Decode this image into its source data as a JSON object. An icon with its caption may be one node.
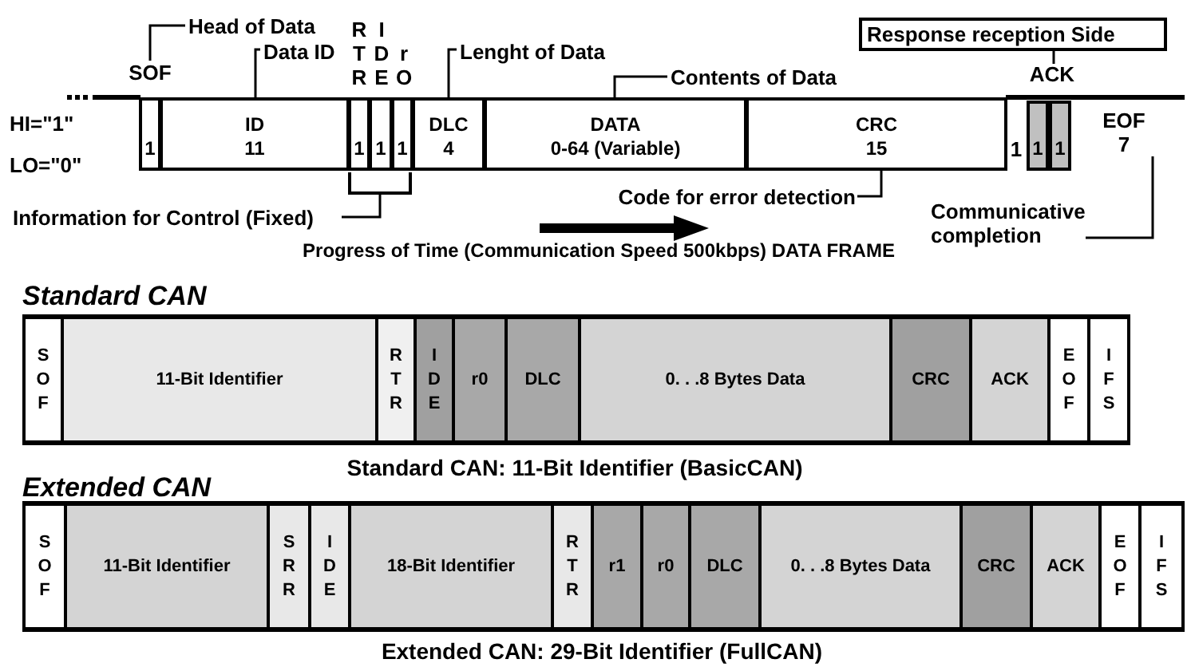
{
  "diagram": {
    "nodes": [
      {
        "text": [
          "Head of Data"
        ]
      },
      {
        "text": [
          "Data ID"
        ]
      },
      {
        "text": [
          "Lenght of Data"
        ]
      },
      {
        "text": [
          "Contents of Data"
        ]
      },
      {
        "text": [
          "Response reception Side"
        ]
      },
      {
        "text": [
          "SOF",
          "1"
        ]
      },
      {
        "text": [
          "ID",
          "11"
        ]
      },
      {
        "text": [
          "R T R",
          "1"
        ]
      },
      {
        "text": [
          "I D E",
          "1"
        ]
      },
      {
        "text": [
          "r O",
          "1"
        ]
      },
      {
        "text": [
          "DLC",
          "4"
        ]
      },
      {
        "text": [
          "DATA",
          "0-64 (Variable)"
        ]
      },
      {
        "text": [
          "CRC",
          "15"
        ]
      },
      {
        "text": [
          "1"
        ]
      },
      {
        "text": [
          "ACK"
        ]
      },
      {
        "text": [
          "1"
        ]
      },
      {
        "text": [
          "1"
        ]
      },
      {
        "text": [
          "EOF",
          "7"
        ]
      },
      {
        "text": [
          "Code for error detection"
        ]
      },
      {
        "text": [
          "Information for Control (Fixed)"
        ]
      },
      {
        "text": [
          "Communicative completion"
        ]
      },
      {
        "text": [
          "Standard CAN"
        ],
        "beside": [
          "Standard CAN: 11-Bit Identifier (BasicCAN)"
        ]
      },
      {
        "text": [
          "S O F"
        ],
        "in": 21
      },
      {
        "text": [
          "11-Bit Identifier"
        ],
        "in": 21
      },
      {
        "text": [
          "R T R"
        ],
        "in": 21
      },
      {
        "text": [
          "I D E"
        ],
        "in": 21
      },
      {
        "text": [
          "r0"
        ],
        "in": 21
      },
      {
        "text": [
          "DLC"
        ],
        "in": 21
      },
      {
        "text": [
          "0. . .8 Bytes Data"
        ],
        "in": 21
      },
      {
        "text": [
          "CRC"
        ],
        "in": 21
      },
      {
        "text": [
          "ACK"
        ],
        "in": 21
      },
      {
        "text": [
          "E O F"
        ],
        "in": 21
      },
      {
        "text": [
          "I F S"
        ],
        "in": 21
      },
      {
        "text": [
          "Extended CAN"
        ],
        "beside": [
          "Extended CAN: 29-Bit Identifier (FullCAN)"
        ]
      },
      {
        "text": [
          "S O F"
        ],
        "in": 33
      },
      {
        "text": [
          "11-Bit Identifier"
        ],
        "in": 33
      },
      {
        "text": [
          "S R R"
        ],
        "in": 33
      },
      {
        "text": [
          "I D E"
        ],
        "in": 33
      },
      {
        "text": [
          "18-Bit Identifier"
        ],
        "in": 33
      },
      {
        "text": [
          "R T R"
        ],
        "in": 33
      },
      {
        "text": [
          "r1"
        ],
        "in": 33
      },
      {
        "text": [
          "r0"
        ],
        "in": 33
      },
      {
        "text": [
          "DLC"
        ],
        "in": 33
      },
      {
        "text": [
          "0. . .8 Bytes Data"
        ],
        "in": 33
      },
      {
        "text": [
          "CRC"
        ],
        "in": 33
      },
      {
        "text": [
          "ACK"
        ],
        "in": 33
      },
      {
        "text": [
          "E O F"
        ],
        "in": 33
      },
      {
        "text": [
          "I F S"
        ],
        "in": 33
      },
      {
        "text": [],
        "shape": "bracket"
      }
    ],
    "edges": [
      {
        "from": 0,
        "to": 5,
        "arrow": "none"
      },
      {
        "from": 1,
        "to": 6,
        "arrow": "none"
      },
      {
        "from": 2,
        "to": 10,
        "arrow": "none"
      },
      {
        "from": 3,
        "to": 11,
        "arrow": "none"
      },
      {
        "from": 4,
        "to": 14,
        "arrow": "none"
      },
      {
        "from": 18,
        "to": 12,
        "arrow": "none"
      },
      {
        "from": 19,
        "to": 48,
        "arrow": "none"
      },
      {
        "from": 20,
        "to": 17,
        "arrow": "none"
      }
    ],
    "labels": [
      "HI=\"1\"",
      "LO=\"0\"",
      "Progress of Time (Communication Speed 500kbps) DATA FRAME"
    ]
  }
}
